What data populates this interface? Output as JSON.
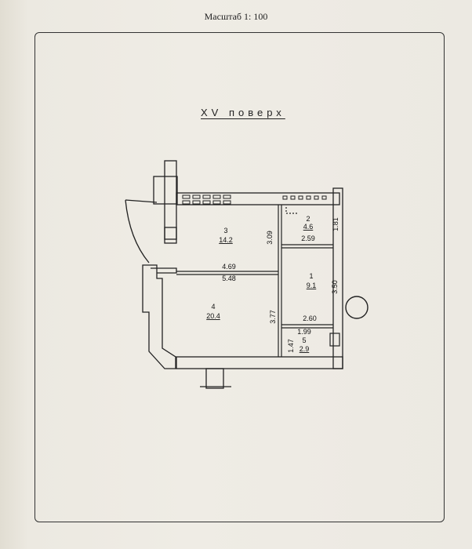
{
  "scale": "Масштаб 1: 100",
  "floor_title": "XV поверх",
  "rooms": [
    {
      "number": "1",
      "area": "9.1"
    },
    {
      "number": "2",
      "area": "4.6"
    },
    {
      "number": "3",
      "area": "14.2"
    },
    {
      "number": "4",
      "area": "20.4"
    },
    {
      "number": "5",
      "area": "2.9"
    }
  ],
  "dimensions": {
    "d_4_69": "4.69",
    "d_5_48": "5.48",
    "d_3_09": "3.09",
    "d_3_77": "3.77",
    "d_2_59": "2.59",
    "d_1_81": "1.81",
    "d_3_50": "3.50",
    "d_2_60": "2.60",
    "d_1_99": "1.99",
    "d_1_47": "1.47"
  }
}
